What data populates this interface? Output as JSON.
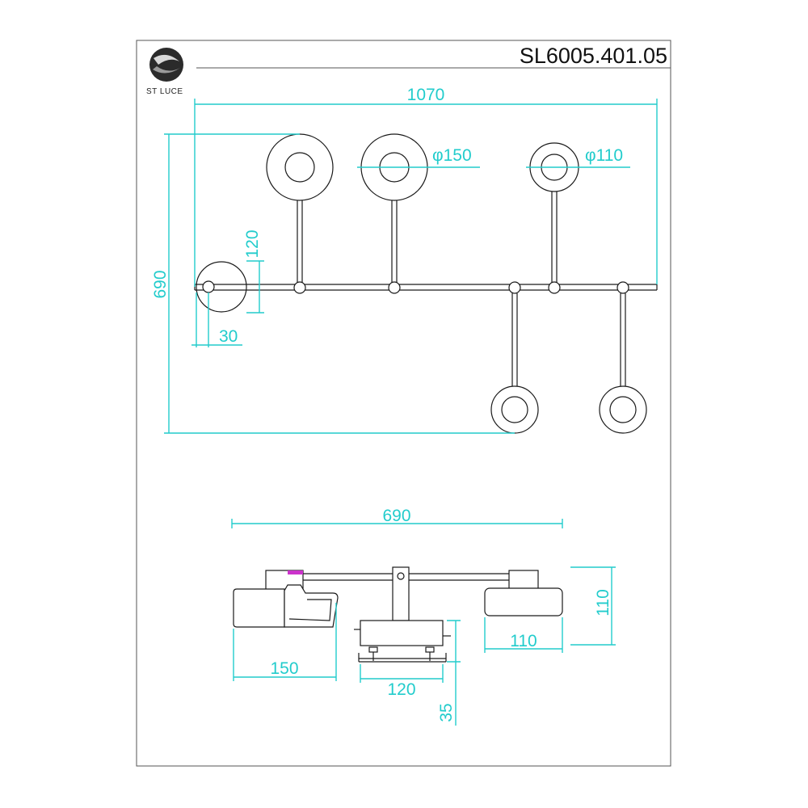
{
  "brand": {
    "name": "ST LUCE",
    "logo_icon": "st-luce-logo-icon"
  },
  "header": {
    "model_code": "SL6005.401.05"
  },
  "top_view": {
    "width_label": "1070",
    "height_label": "690",
    "disc_diameter_large_label": "φ150",
    "disc_diameter_small_label": "φ110",
    "stem_length_label": "120",
    "bar_thickness_label": "30"
  },
  "side_view": {
    "width_label": "690",
    "lamp_width_label": "150",
    "mount_width_label": "120",
    "mount_height_label": "35",
    "disc_width_label": "110",
    "disc_height_label": "110"
  },
  "colors": {
    "dimension": "#22cccc",
    "line": "#1a1a1a",
    "frame": "#555555",
    "accent": "#cc33cc"
  }
}
